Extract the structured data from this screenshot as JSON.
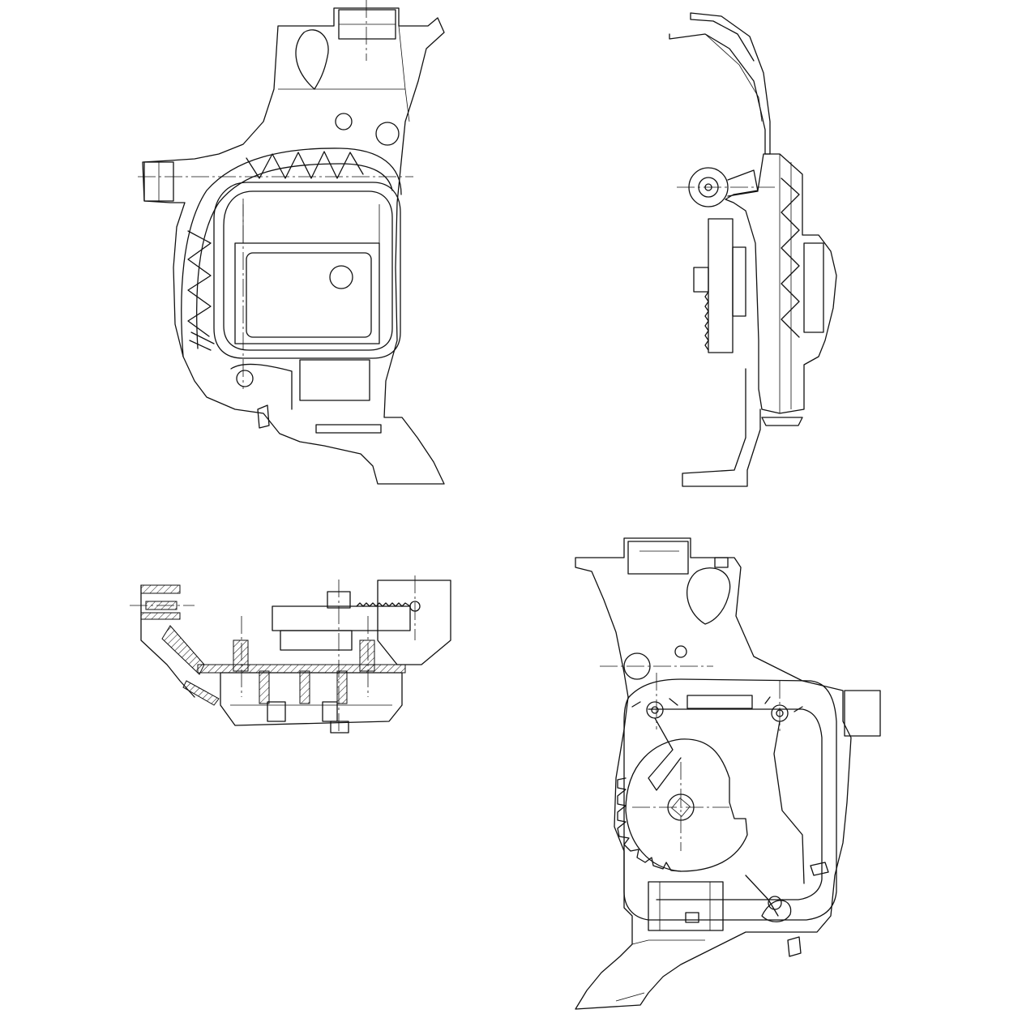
{
  "drawing": {
    "views": [
      {
        "id": "front",
        "label": ""
      },
      {
        "id": "side",
        "label": ""
      },
      {
        "id": "top",
        "label": ""
      },
      {
        "id": "rear",
        "label": ""
      }
    ]
  },
  "colors": {
    "line": "#111111",
    "background": "#ffffff"
  }
}
